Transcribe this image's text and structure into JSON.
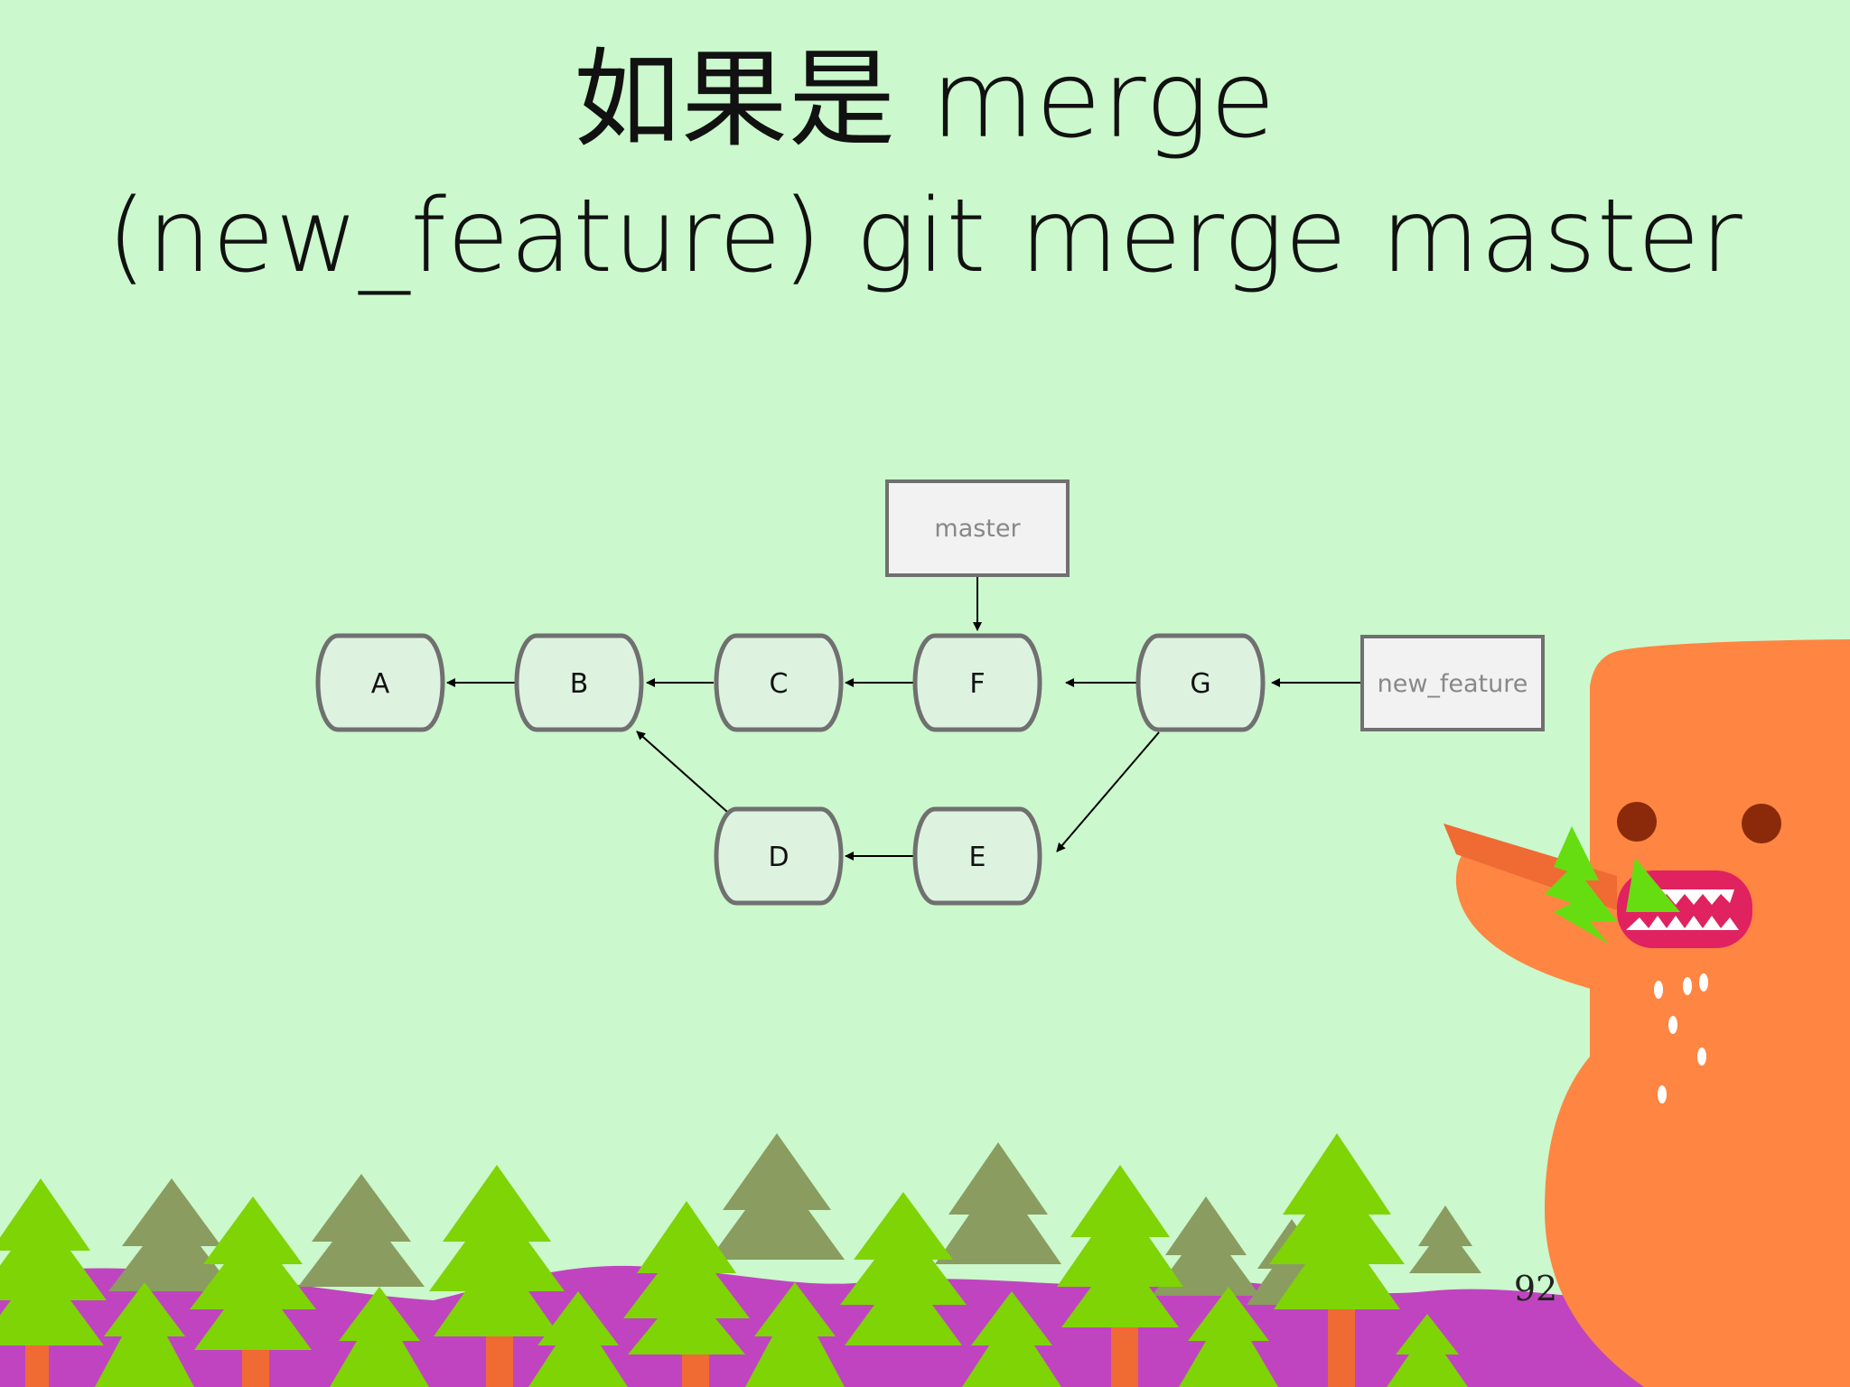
{
  "slide": {
    "title_line_1": "如果是 merge",
    "title_line_2": "(new_feature) git merge master",
    "page_number": "92"
  },
  "diagram": {
    "commits": [
      {
        "id": "A",
        "label": "A"
      },
      {
        "id": "B",
        "label": "B"
      },
      {
        "id": "C",
        "label": "C"
      },
      {
        "id": "F",
        "label": "F"
      },
      {
        "id": "G",
        "label": "G"
      },
      {
        "id": "D",
        "label": "D"
      },
      {
        "id": "E",
        "label": "E"
      }
    ],
    "refs": [
      {
        "id": "master",
        "label": "master",
        "points_to": "F"
      },
      {
        "id": "new_feature",
        "label": "new_feature",
        "points_to": "G"
      }
    ],
    "edges": [
      {
        "from": "B",
        "to": "A"
      },
      {
        "from": "C",
        "to": "B"
      },
      {
        "from": "F",
        "to": "C"
      },
      {
        "from": "G",
        "to": "F"
      },
      {
        "from": "G",
        "to": "E"
      },
      {
        "from": "E",
        "to": "D"
      },
      {
        "from": "D",
        "to": "B"
      }
    ]
  },
  "colors": {
    "background": "#cbf8cc",
    "commit_fill": "#ddf3e0",
    "commit_stroke": "#707070",
    "ref_fill": "#f2f2f2",
    "trees_light": "#7ed404",
    "trees_dark": "#8a9c60",
    "hills": "#c044c0",
    "trunks": "#f06a34",
    "monster": "#ff8542"
  }
}
